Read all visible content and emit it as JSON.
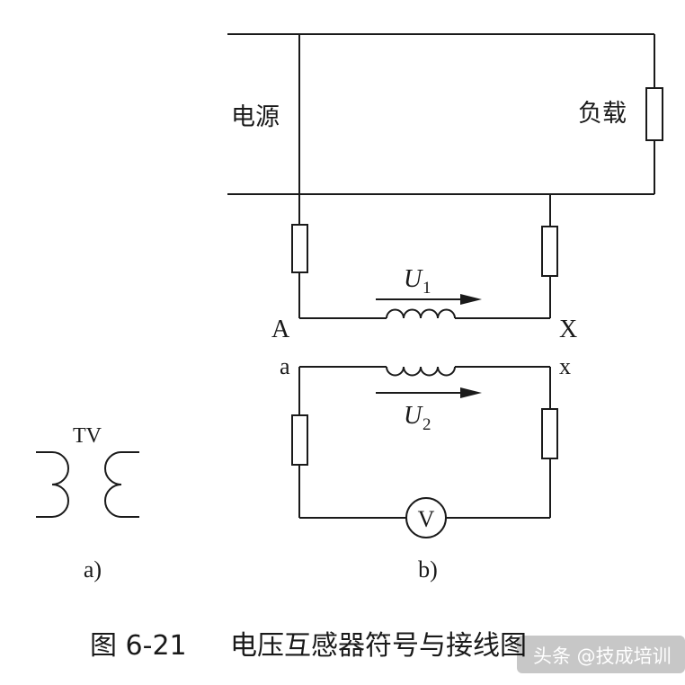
{
  "labels": {
    "source": "电源",
    "load": "负载",
    "terminal_A": "A",
    "terminal_X": "X",
    "terminal_a": "a",
    "terminal_x": "x",
    "u1_letter": "U",
    "u1_sub": "1",
    "u2_letter": "U",
    "u2_sub": "2",
    "voltmeter": "V",
    "symbol_name": "TV",
    "panel_a": "a)",
    "panel_b": "b)"
  },
  "caption": {
    "number": "图 6-21",
    "text": "电压互感器符号与接线图"
  },
  "watermark": {
    "text": "头条 @技成培训"
  },
  "colors": {
    "ink": "#1a1a1a",
    "background": "#ffffff"
  }
}
